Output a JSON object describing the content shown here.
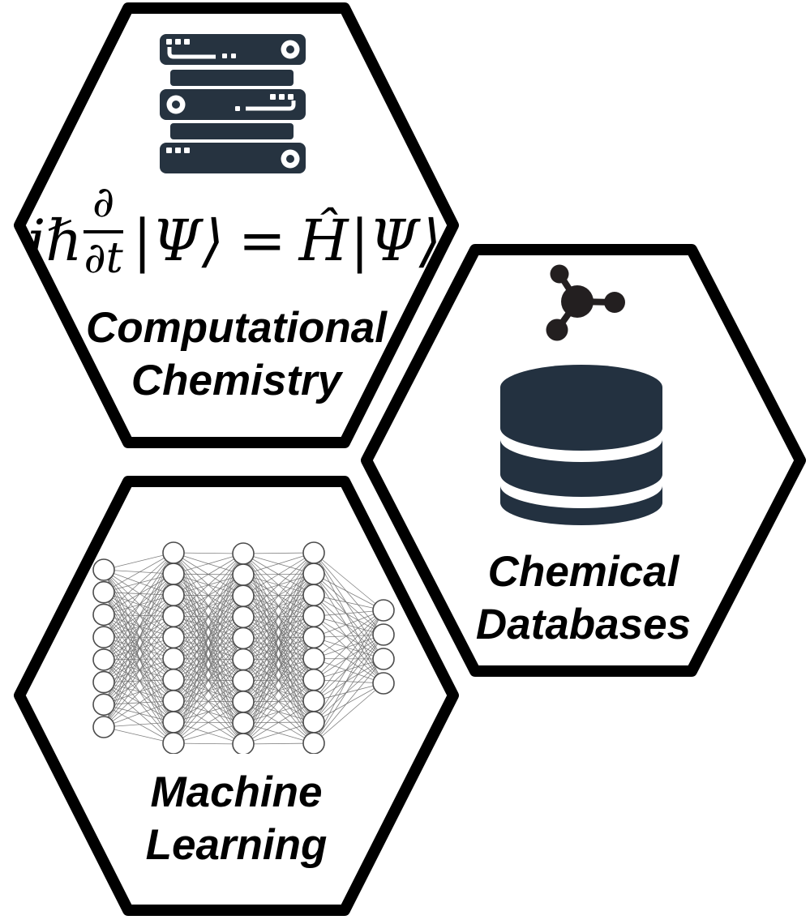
{
  "diagram": {
    "colors": {
      "background": "#ffffff",
      "hexagon_fill": "#ffffff",
      "outline": "#000000",
      "text": "#000000",
      "server_icon": "#263340",
      "database_icon": "#233140",
      "molecule_icon": "#231f20",
      "nn_edge": "#6a6a6a",
      "nn_node_stroke": "#4c4c4c",
      "nn_node_fill": "#ffffff"
    },
    "hexagons": [
      {
        "id": "computational-chemistry",
        "label_line1": "Computational",
        "label_line2": "Chemistry",
        "icon": "server-rack-icon",
        "equation": {
          "text": "iℏ ∂/∂t |Ψ⟩ = Ĥ |Ψ⟩",
          "ihbar": "iℏ",
          "numerator": "∂",
          "denominator": "∂t",
          "ket_lhs": "|Ψ⟩",
          "equals": "=",
          "hamiltonian": "Ĥ",
          "ket_rhs": "|Ψ⟩"
        }
      },
      {
        "id": "chemical-databases",
        "label_line1": "Chemical",
        "label_line2": "Databases",
        "icon": "molecule-icon, database-icon"
      },
      {
        "id": "machine-learning",
        "label_line1": "Machine",
        "label_line2": "Learning",
        "icon": "neural-network-diagram",
        "neural_network": {
          "layers": [
            8,
            10,
            10,
            10,
            4
          ]
        }
      }
    ]
  }
}
